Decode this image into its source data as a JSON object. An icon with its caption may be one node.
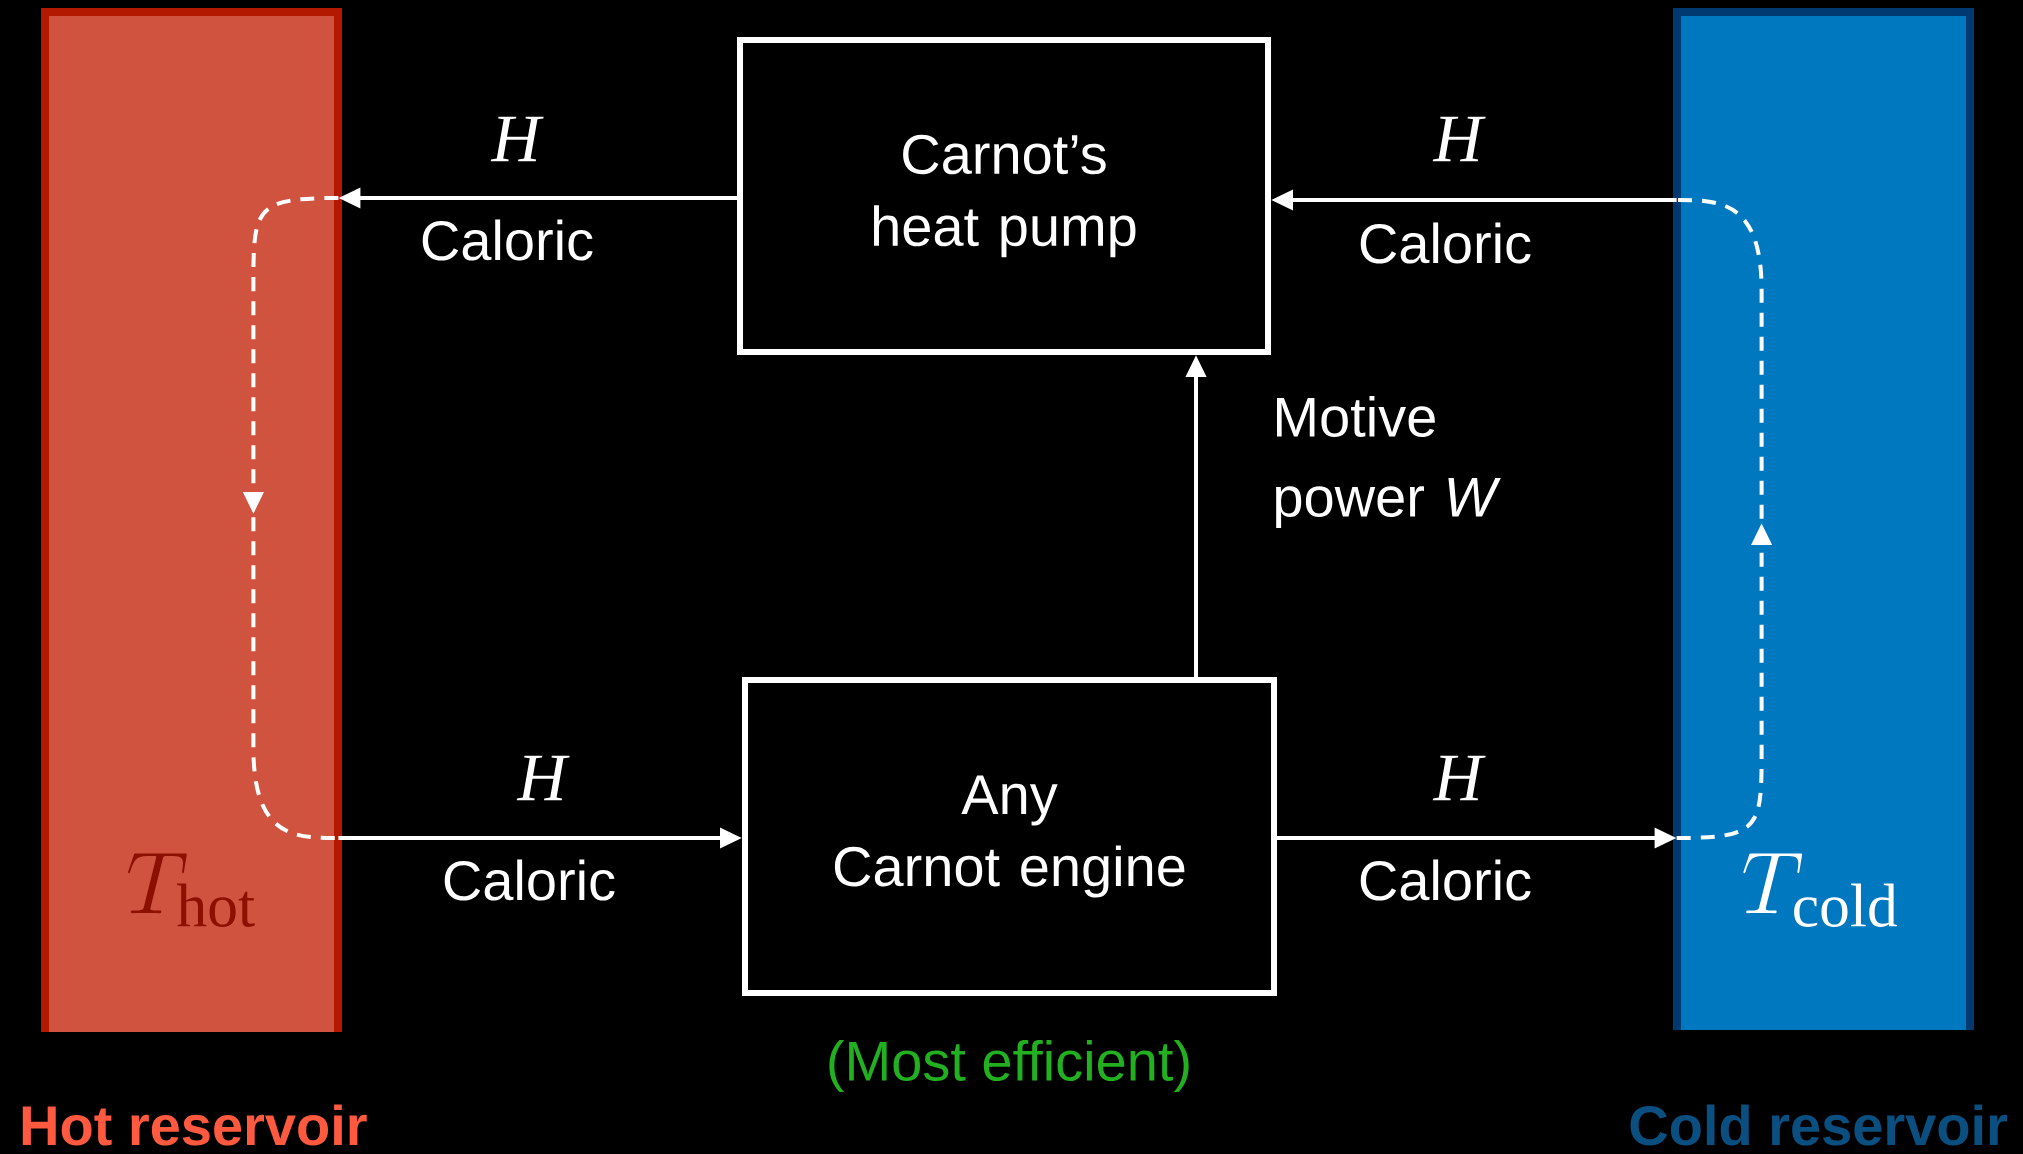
{
  "diagram": {
    "nodes": [
      {
        "text": [
          "T_{\\mathrm{hot}}",
          "Hot reservoir"
        ]
      },
      {
        "text": [
          "Carnot’s heat pump"
        ]
      },
      {
        "text": [
          "Any Carnot engine"
        ],
        "beside": [
          "(Most efficient)"
        ]
      },
      {
        "text": [
          "T_{\\mathrm{cold}}",
          "Cold reservoir"
        ]
      }
    ],
    "edges": [
      {
        "from": 1,
        "to": 0,
        "arrow": "to",
        "label": "Caloric"
      },
      {
        "from": 3,
        "to": 1,
        "arrow": "to",
        "label": "Caloric"
      },
      {
        "from": 2,
        "to": 1,
        "arrow": "to",
        "label": "Motive power *W*"
      },
      {
        "from": 0,
        "to": 2,
        "arrow": "to",
        "label": "Caloric"
      },
      {
        "from": 2,
        "to": 3,
        "arrow": "to",
        "label": "Caloric"
      },
      {
        "from": 0,
        "to": 0,
        "arrow": "to",
        "style": "dashed"
      },
      {
        "from": 3,
        "to": 3,
        "arrow": "to",
        "style": "dashed"
      }
    ],
    "labels": [
      "H",
      "H",
      "H",
      "H"
    ]
  }
}
